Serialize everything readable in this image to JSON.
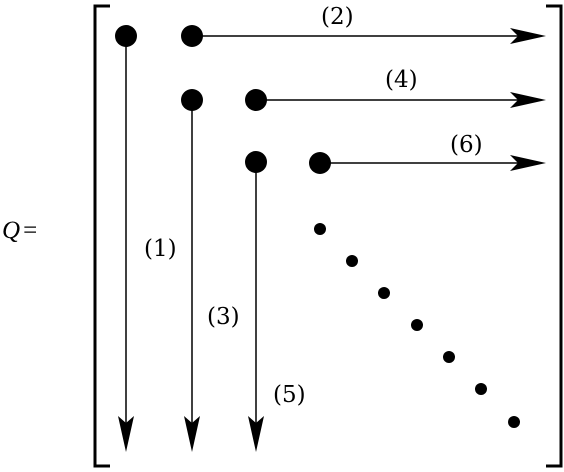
{
  "equation": {
    "variable": "Q",
    "equals": "="
  },
  "labels": {
    "l1": "(1)",
    "l2": "(2)",
    "l3": "(3)",
    "l4": "(4)",
    "l5": "(5)",
    "l6": "(6)"
  },
  "colors": {
    "ink": "#000000",
    "background": "#ffffff"
  }
}
